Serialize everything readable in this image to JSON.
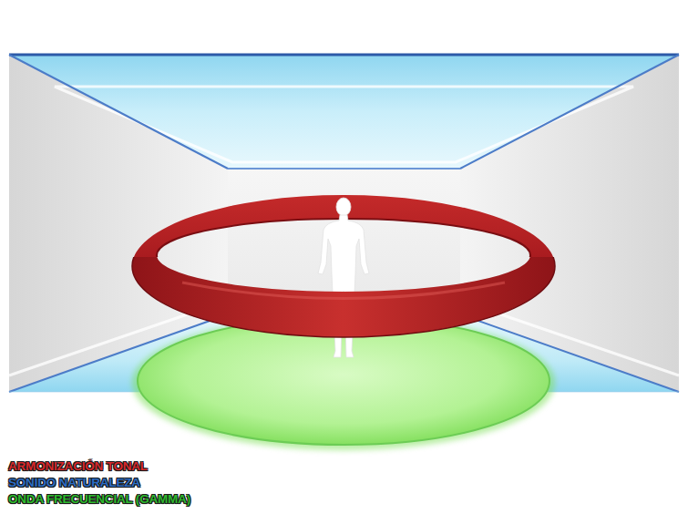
{
  "diagram": {
    "legend": [
      {
        "text": "ARMONIZACIÓN TONAL",
        "color": "#d8282a"
      },
      {
        "text": "SONIDO NATURALEZA",
        "color": "#2a6cc4"
      },
      {
        "text": "ONDA FRECUENCIAL (GAMMA)",
        "color": "#2dbb2d"
      }
    ]
  }
}
